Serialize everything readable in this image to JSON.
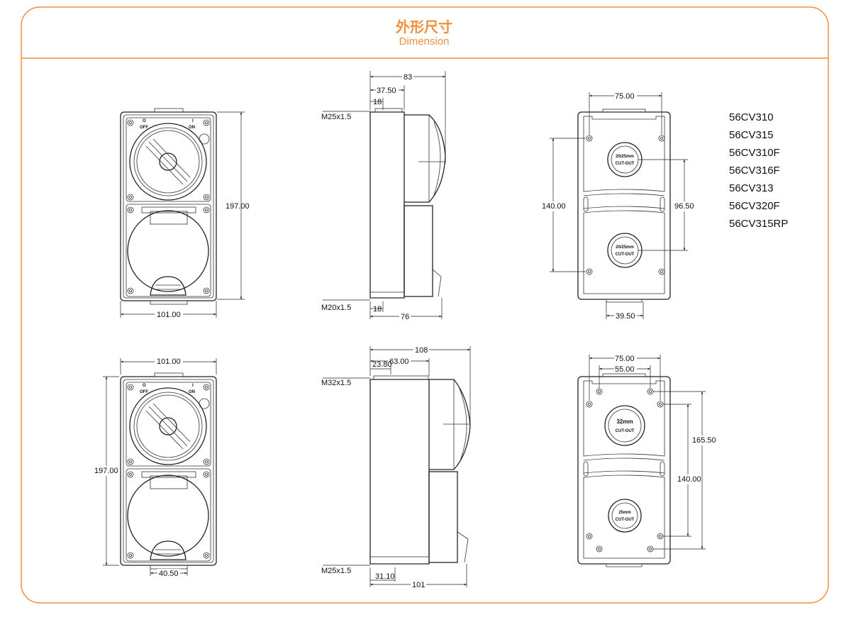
{
  "header": {
    "title_cn": "外形尺寸",
    "title_en": "Dimension",
    "accent_color": "#f0903a"
  },
  "views": {
    "front_top": {
      "height": "197.00",
      "width": "101.00",
      "off_label": "OFF",
      "on_label": "ON",
      "off_symbol": "O",
      "on_symbol": "I"
    },
    "side_top": {
      "depth": "83",
      "d1": "37.50",
      "d2": "18",
      "thread_top": "M25x1.5",
      "thread_bottom": "M20x1.5",
      "d3": "18",
      "depth_bottom": "76"
    },
    "back_top": {
      "width": "75.00",
      "height": "140.00",
      "inner": "96.50",
      "bottom": "39.50",
      "cutout_size": "20/25mm",
      "cutout_label": "CUT-OUT"
    },
    "front_bottom": {
      "width": "101.00",
      "height": "197.00",
      "bottom": "40.50",
      "off_label": "OFF",
      "on_label": "ON",
      "off_symbol": "O",
      "on_symbol": "I"
    },
    "side_bottom": {
      "depth": "108",
      "d1": "63.00",
      "d2": "23.80",
      "thread_top": "M32x1.5",
      "thread_bottom": "M25x1.5",
      "d3": "31.10",
      "depth_bottom": "101"
    },
    "back_bottom": {
      "width": "75.00",
      "inner_width": "55.00",
      "height": "165.50",
      "inner_height": "140.00",
      "cutout_top": "32mm",
      "cutout_bottom": "25mm",
      "cutout_label": "CUT-OUT"
    }
  },
  "models": [
    "56CV310",
    "56CV315",
    "56CV310F",
    "56CV316F",
    "56CV313",
    "56CV320F",
    "56CV315RP"
  ]
}
